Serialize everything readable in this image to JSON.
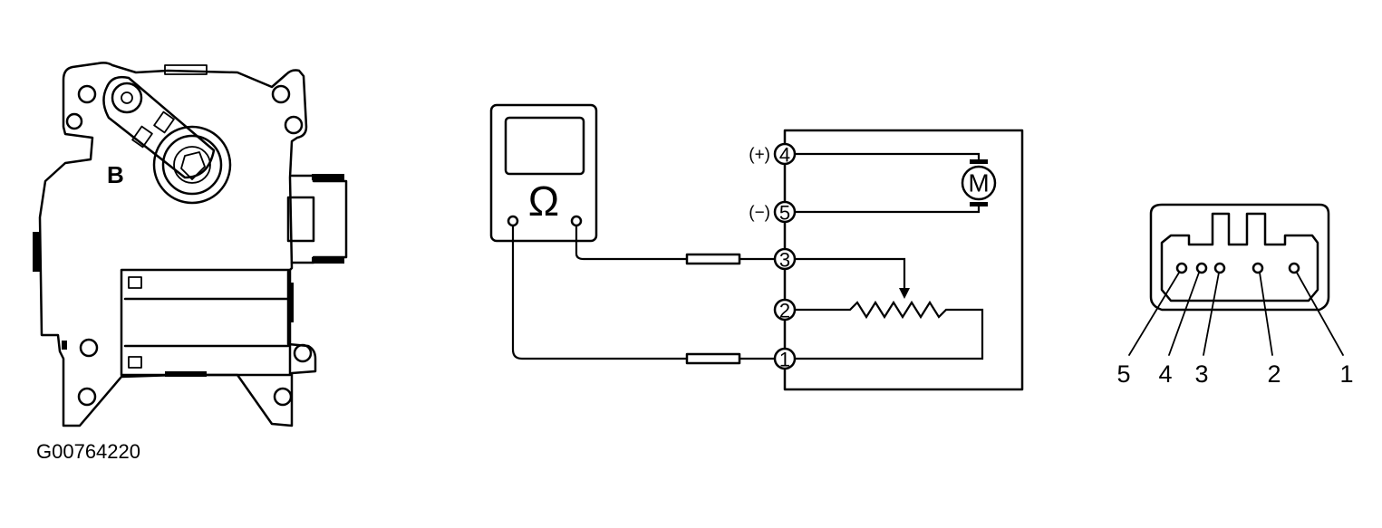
{
  "figure": {
    "code": "G00764220"
  },
  "actuator": {
    "label": "B"
  },
  "meter": {
    "symbol": "Ω"
  },
  "circuit": {
    "terminals": [
      {
        "num": "4",
        "polarity": "(+)"
      },
      {
        "num": "5",
        "polarity": "(−)"
      },
      {
        "num": "3",
        "polarity": ""
      },
      {
        "num": "2",
        "polarity": ""
      },
      {
        "num": "1",
        "polarity": ""
      }
    ],
    "motor_label": "M"
  },
  "connector": {
    "pins": [
      "5",
      "4",
      "3",
      "2",
      "1"
    ]
  }
}
